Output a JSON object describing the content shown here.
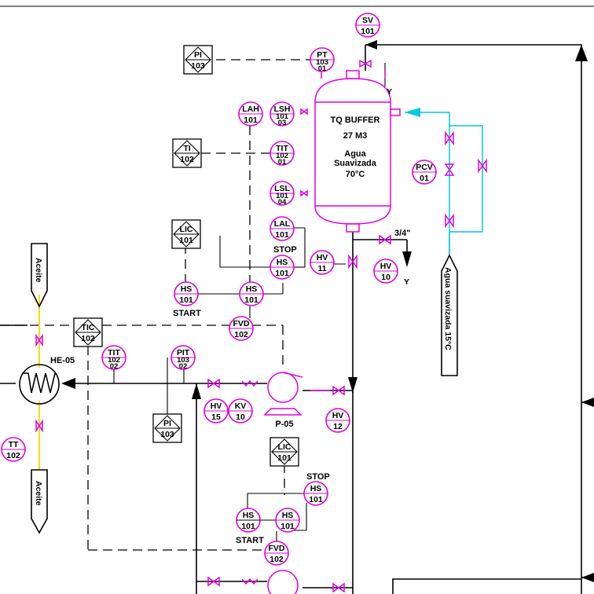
{
  "tank": {
    "line1": "TQ BUFFER",
    "line2": "27 M3",
    "line3": "Agua",
    "line4": "Suavizada",
    "line5": "70°C"
  },
  "instruments": [
    {
      "id": "sv101",
      "kind": "field",
      "top": "SV",
      "bottom": "101"
    },
    {
      "id": "pt10301",
      "kind": "field",
      "top": "PT",
      "mid": "103",
      "bottom": "01"
    },
    {
      "id": "pi103a",
      "kind": "panel",
      "top": "PI",
      "bottom": "103"
    },
    {
      "id": "lah101",
      "kind": "field",
      "top": "LAH",
      "bottom": "101"
    },
    {
      "id": "lsh10103",
      "kind": "field",
      "top": "LSH",
      "mid": "101",
      "bottom": "03"
    },
    {
      "id": "ti102",
      "kind": "panel",
      "top": "TI",
      "bottom": "102"
    },
    {
      "id": "tit10201a",
      "kind": "field",
      "top": "TIT",
      "mid": "102",
      "bottom": "01"
    },
    {
      "id": "lsl10104",
      "kind": "field",
      "top": "LSL",
      "mid": "101",
      "bottom": "04"
    },
    {
      "id": "pcv01",
      "kind": "field",
      "top": "PCV",
      "bottom": "01"
    },
    {
      "id": "lic101a",
      "kind": "panel",
      "top": "LIC",
      "bottom": "101"
    },
    {
      "id": "lal101",
      "kind": "field",
      "top": "LAL",
      "bottom": "101"
    },
    {
      "id": "hs101stop",
      "kind": "field",
      "top": "HS",
      "bottom": "101"
    },
    {
      "id": "hv11",
      "kind": "field",
      "top": "HV",
      "bottom": "11"
    },
    {
      "id": "hv10a",
      "kind": "field",
      "top": "HV",
      "bottom": "10"
    },
    {
      "id": "hs101start",
      "kind": "field",
      "top": "HS",
      "bottom": "101"
    },
    {
      "id": "hs101mid",
      "kind": "field",
      "top": "HS",
      "bottom": "101"
    },
    {
      "id": "fvd102a",
      "kind": "field",
      "top": "FVD",
      "bottom": "102"
    },
    {
      "id": "tic102",
      "kind": "panel",
      "top": "TIC",
      "bottom": "102"
    },
    {
      "id": "tit10202",
      "kind": "field",
      "top": "TIT",
      "mid": "102",
      "bottom": "02"
    },
    {
      "id": "pit10302",
      "kind": "field",
      "top": "PIT",
      "mid": "103",
      "bottom": "02"
    },
    {
      "id": "hv15",
      "kind": "field",
      "top": "HV",
      "bottom": "15"
    },
    {
      "id": "kv10",
      "kind": "field",
      "top": "KV",
      "bottom": "10"
    },
    {
      "id": "hv12",
      "kind": "field",
      "top": "HV",
      "bottom": "12"
    },
    {
      "id": "pi103b",
      "kind": "panel",
      "top": "PI",
      "bottom": "103"
    },
    {
      "id": "lic101b",
      "kind": "panel",
      "top": "LIC",
      "bottom": "101"
    },
    {
      "id": "hs101stop2",
      "kind": "field",
      "top": "HS",
      "bottom": "101"
    },
    {
      "id": "hs101start2",
      "kind": "panel-field",
      "top": "HS",
      "bottom": "101"
    },
    {
      "id": "hs101mid2",
      "kind": "field",
      "top": "HS",
      "bottom": "101"
    },
    {
      "id": "fvd102b",
      "kind": "field",
      "top": "FVD",
      "bottom": "102"
    },
    {
      "id": "tt102",
      "kind": "field",
      "top": "TT",
      "bottom": "102"
    }
  ],
  "labels": {
    "stop1": "STOP",
    "start1": "START",
    "stop2": "STOP",
    "start2": "START",
    "pipe_size": "3/4\"",
    "he": "HE-05",
    "pump": "P-05",
    "aceite_top": "Aceite",
    "aceite_bottom": "Aceite",
    "agua_inlet": "Agua suavizada 15°C",
    "vent_y1": "Y",
    "vent_y2": "Y"
  }
}
